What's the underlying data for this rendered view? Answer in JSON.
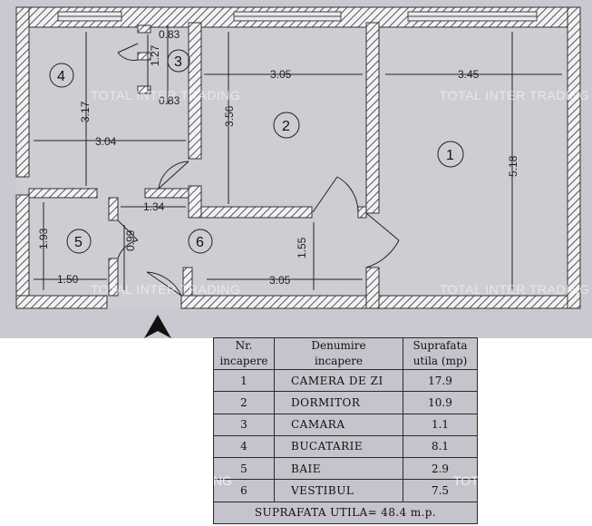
{
  "dimensions": {
    "d083_top": "0.83",
    "d127": "1.27",
    "d083_bottom": "0.83",
    "d317": "3.17",
    "d304": "3.04",
    "d305_top": "3.05",
    "d356": "3.56",
    "d345": "3.45",
    "d518": "5.18",
    "d193": "1.93",
    "d150": "1.50",
    "d134": "1.34",
    "d099": "0.99",
    "d155": "1.55",
    "d305_bottom": "3.05"
  },
  "room_numbers": [
    "1",
    "2",
    "3",
    "4",
    "5",
    "6"
  ],
  "watermark": "TOTAL INTER TRADING",
  "watermark_cut": "TOTAL INTER TRADIN",
  "table": {
    "headers": [
      "Nr.\nincapere",
      "Denumire\nincapere",
      "Suprafata\nutila  (mp)"
    ],
    "rows": [
      {
        "nr": "1",
        "name": "CAMERA DE ZI",
        "area": "17.9"
      },
      {
        "nr": "2",
        "name": "DORMITOR",
        "area": "10.9"
      },
      {
        "nr": "3",
        "name": "CAMARA",
        "area": "1.1"
      },
      {
        "nr": "4",
        "name": "BUCATARIE",
        "area": "8.1"
      },
      {
        "nr": "5",
        "name": "BAIE",
        "area": "2.9"
      },
      {
        "nr": "6",
        "name": "VESTIBUL",
        "area": "7.5"
      }
    ],
    "total": "SUPRAFATA UTILA= 48.4  m.p."
  }
}
